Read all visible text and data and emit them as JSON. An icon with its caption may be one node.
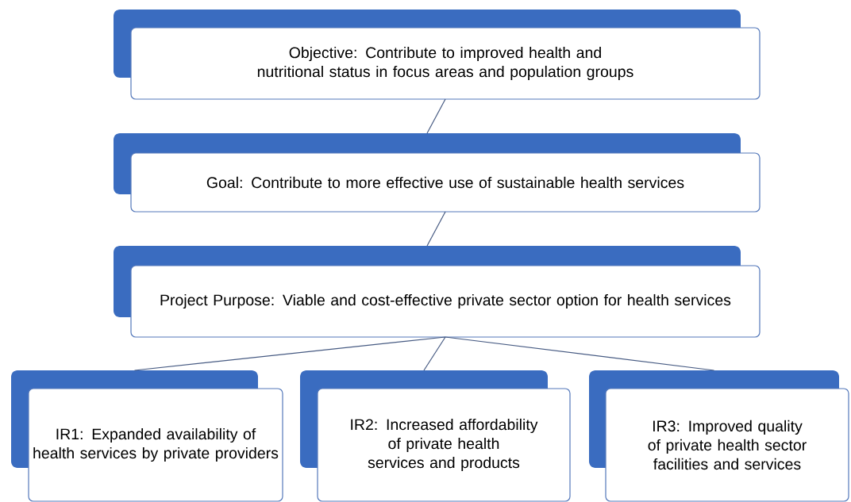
{
  "diagram": {
    "nodes": [
      {
        "text": [
          "Objective:  Contribute to improved health and nutritional status in focus areas and population groups"
        ]
      },
      {
        "text": [
          "Goal:  Contribute to more effective use of sustainable health services"
        ]
      },
      {
        "text": [
          "Project Purpose:  Viable and cost-effective private sector option for health services"
        ]
      },
      {
        "text": [
          "IR1:  Expanded availability of health services by private providers"
        ]
      },
      {
        "text": [
          "IR2: Increased affordability of private health services and products"
        ]
      },
      {
        "text": [
          "IR3: Improved quality of private health sector facilities and services"
        ]
      }
    ],
    "edges": [
      {
        "from": 0,
        "to": 1,
        "arrow": "none"
      },
      {
        "from": 1,
        "to": 2,
        "arrow": "none"
      },
      {
        "from": 2,
        "to": 3,
        "arrow": "none"
      },
      {
        "from": 2,
        "to": 4,
        "arrow": "none"
      },
      {
        "from": 2,
        "to": 5,
        "arrow": "none"
      }
    ]
  }
}
